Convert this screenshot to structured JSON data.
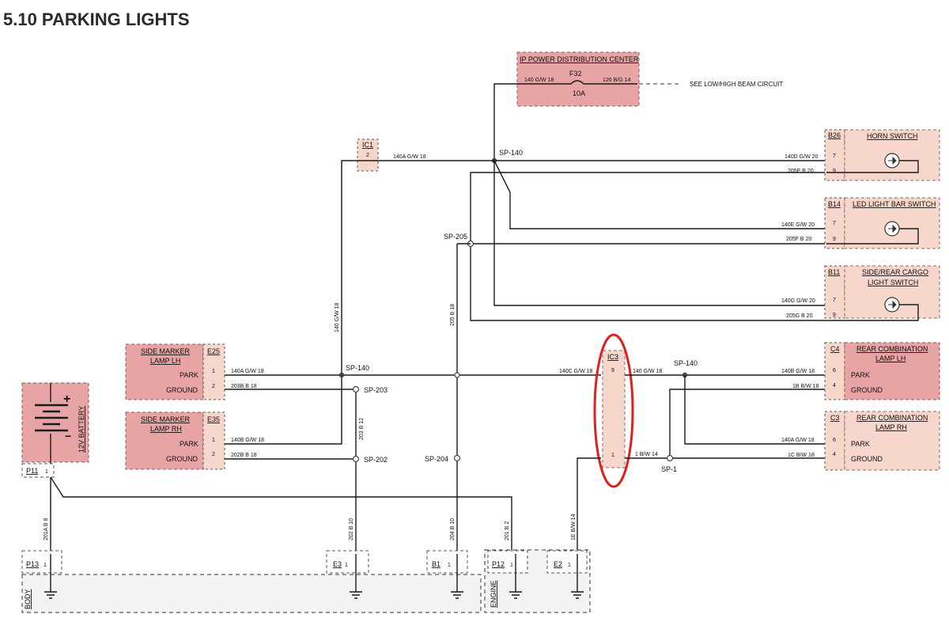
{
  "title": "5.10   PARKING LIGHTS",
  "ip_pdc": {
    "name": "IP POWER DISTRIBUTION CENTER",
    "fuse": "F32",
    "rating": "10A",
    "wire_in": "140  G/W  18",
    "wire_out": "126  B/G  14",
    "note": "SEE LOW/HIGH BEAM CIRCUIT"
  },
  "ic1": {
    "label": "IC1",
    "pin": "2",
    "wire": "140A  G/W  18",
    "vertical_wire": "140  G/W  18"
  },
  "splices": {
    "sp140_top": "SP-140",
    "sp205": "SP-205",
    "sp140_mid": "SP-140",
    "sp140_right": "SP-140",
    "sp203": "SP-203",
    "sp202": "SP-202",
    "sp204": "SP-204",
    "sp1": "SP-1"
  },
  "switches": [
    {
      "id": "B26",
      "name": "HORN SWITCH",
      "pin_a": "7",
      "wire_a": "140D  G/W  20",
      "pin_b": "9",
      "wire_b": "205E  B  20"
    },
    {
      "id": "B14",
      "name": "LED LIGHT BAR SWITCH",
      "pin_a": "7",
      "wire_a": "140E  G/W  20",
      "pin_b": "9",
      "wire_b": "205F  B  20"
    },
    {
      "id": "B11",
      "name1": "SIDE/REAR CARGO",
      "name2": "LIGHT SWITCH",
      "pin_a": "7",
      "wire_a": "140G  G/W  20",
      "pin_b": "9",
      "wire_b": "205G  B  20"
    }
  ],
  "side_markers": [
    {
      "id": "E25",
      "name1": "SIDE MARKER",
      "name2": "LAMP LH",
      "park": "PARK",
      "ground": "GROUND",
      "pin1": "1",
      "pin2": "2",
      "wire1": "140A  G/W  18",
      "wire2": "203B  B  18"
    },
    {
      "id": "E35",
      "name1": "SIDE MARKER",
      "name2": "LAMP RH",
      "park": "PARK",
      "ground": "GROUND",
      "pin1": "1",
      "pin2": "2",
      "wire1": "140B  G/W  18",
      "wire2": "202B  B  18"
    }
  ],
  "rear_lamps": [
    {
      "id": "C4",
      "name1": "REAR COMBINATION",
      "name2": "LAMP LH",
      "park": "PARK",
      "ground": "GROUND",
      "pin1": "6",
      "pin2": "4",
      "wire1": "140B  G/W  18",
      "wire2": "1B  B/W  18"
    },
    {
      "id": "C3",
      "name1": "REAR COMBINATION",
      "name2": "LAMP RH",
      "park": "PARK",
      "ground": "GROUND",
      "pin1": "6",
      "pin2": "4",
      "wire1": "140A  G/W  18",
      "wire2": "1C  B/W  18"
    }
  ],
  "ic3": {
    "label": "IC3",
    "pin9": "9",
    "pin1": "1",
    "wire_in": "140C  G/W  18",
    "wire_out": "140  G/W  18",
    "ground_wire": "1  B/W  14"
  },
  "battery": {
    "label": "12V BATTERY",
    "plus": "+",
    "minus": "−"
  },
  "grounds": [
    {
      "id": "P11",
      "pin": "1"
    },
    {
      "id": "P13",
      "pin": "1",
      "wire": "201A  B  8"
    },
    {
      "id": "E3",
      "pin": "1",
      "wire": "202  B  10"
    },
    {
      "id": "B1",
      "pin": "1",
      "wire": "204  B  10"
    },
    {
      "id": "P12",
      "pin": "1",
      "wire": "201  B  2"
    },
    {
      "id": "E2",
      "pin": "1",
      "wire": "1E  B/W  14"
    }
  ],
  "vertical_wires": {
    "w205": "205  B  18",
    "w203": "203  B  12"
  },
  "zones": {
    "body": "BODY",
    "engine": "ENGINE"
  },
  "colors": {
    "pink": "#e8a3a5",
    "light_pink": "#f7d6cc",
    "highlight": "#e0201e"
  }
}
